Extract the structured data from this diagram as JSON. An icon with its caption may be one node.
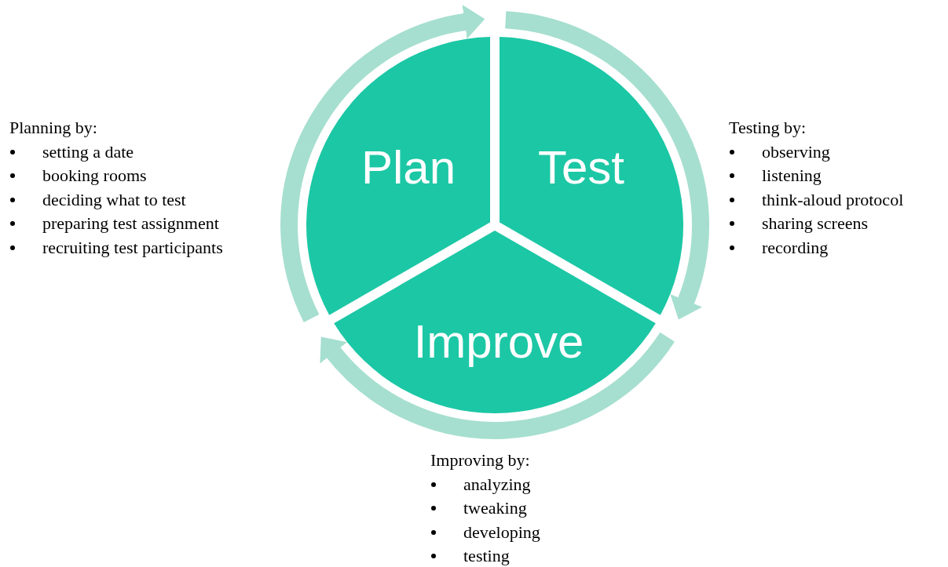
{
  "diagram": {
    "nodes": [
      {
        "text": [
          "Plan"
        ]
      },
      {
        "text": [
          "Test"
        ]
      },
      {
        "text": [
          "Improve"
        ]
      }
    ],
    "labels": [
      "Planning by:",
      "setting a date",
      "booking rooms",
      "deciding what to test",
      "preparing test assignment",
      "recruiting test participants",
      "Testing by:",
      "observing",
      "listening",
      "think-aloud protocol",
      "sharing screens",
      "recording",
      "Improving by:",
      "analyzing",
      "tweaking",
      "developing",
      "testing"
    ]
  }
}
